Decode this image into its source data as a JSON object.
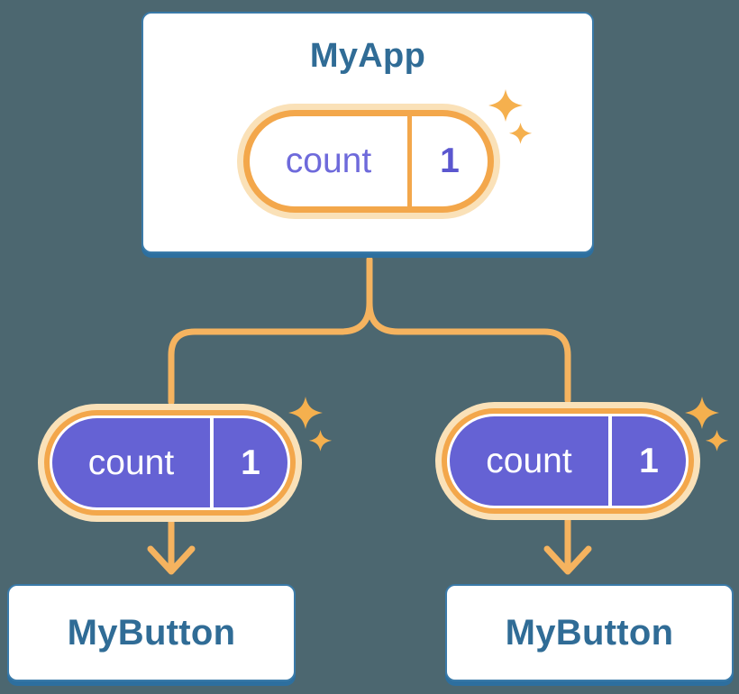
{
  "canvas": {
    "background_color": "#4C6770",
    "card_border_blue": "#3A7AA8",
    "card_shadow_blue": "#2D6F9F",
    "title_text_blue": "#306C96",
    "accent_orange": "#F3A74B",
    "accent_orange_light": "#FAE1B8",
    "connector_orange": "#F5B35F",
    "sparkle_orange": "#F5B04E",
    "pill_purple": "#6562D4",
    "state_text_purple": "#6E6ADB",
    "state_value_purple": "#5B57CF"
  },
  "root": {
    "title": "MyApp",
    "state_pill": {
      "name": "count",
      "value": "1"
    }
  },
  "children": [
    {
      "title": "MyButton",
      "props_pill": {
        "name": "count",
        "value": "1"
      }
    },
    {
      "title": "MyButton",
      "props_pill": {
        "name": "count",
        "value": "1"
      }
    }
  ]
}
